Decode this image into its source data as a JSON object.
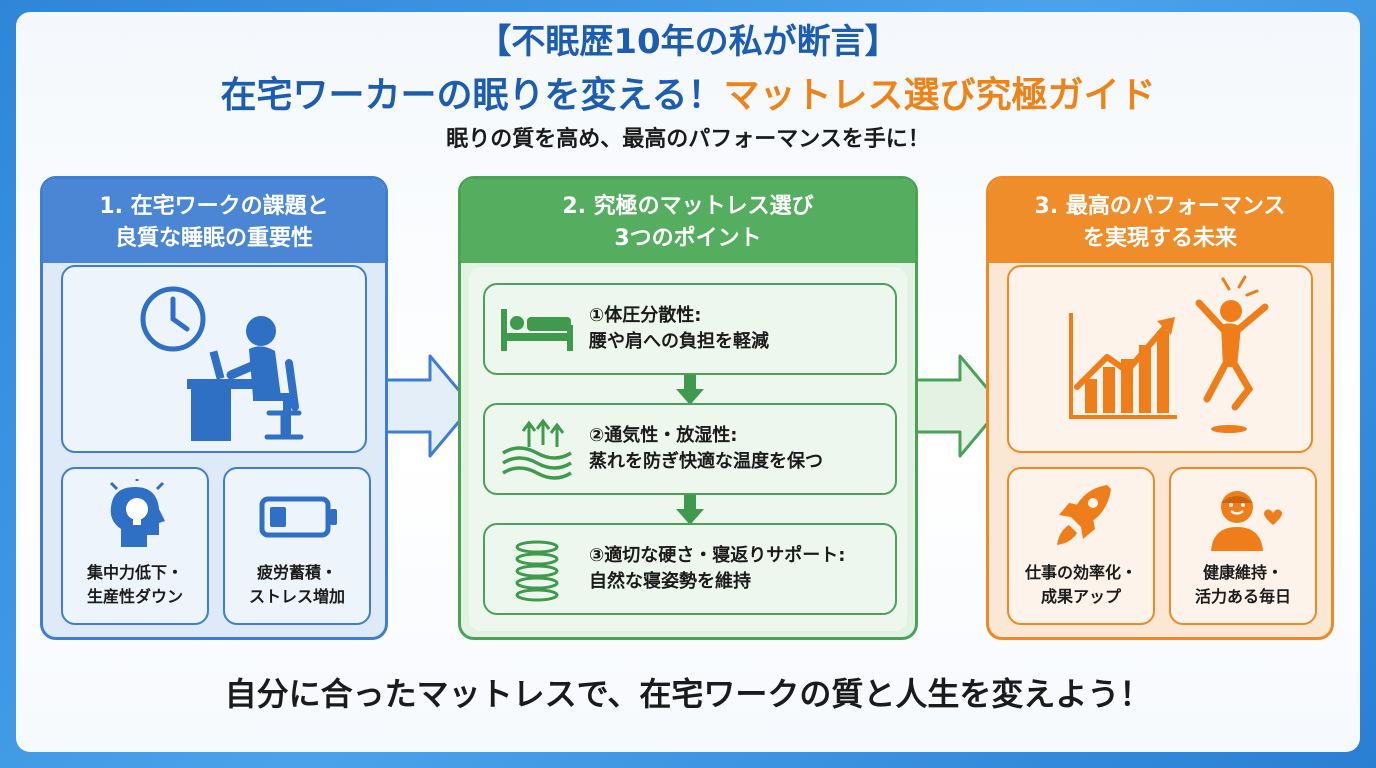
{
  "title": {
    "line1": "【不眠歴10年の私が断言】",
    "line2_main": "在宅ワーカーの眠りを変える！",
    "line2_accent": "マットレス選び究極ガイド",
    "subtitle": "眠りの質を高め、最高のパフォーマンスを手に！"
  },
  "columns": [
    {
      "heading_l1": "1. 在宅ワークの課題と",
      "heading_l2": "良質な睡眠の重要性",
      "main_icon": "desk-worker-clock-icon",
      "cards": [
        {
          "icon": "head-lightbulb-icon",
          "l1": "集中力低下・",
          "l2": "生産性ダウン"
        },
        {
          "icon": "low-battery-icon",
          "l1": "疲労蓄積・",
          "l2": "ストレス増加"
        }
      ]
    },
    {
      "heading_l1": "2. 究極のマットレス選び",
      "heading_l2": "3つのポイント",
      "points": [
        {
          "icon": "bed-icon",
          "l1": "①体圧分散性:",
          "l2": "腰や肩への負担を軽減"
        },
        {
          "icon": "airflow-waves-icon",
          "l1": "②通気性・放湿性:",
          "l2": "蒸れを防ぎ快適な温度を保つ"
        },
        {
          "icon": "coil-spring-icon",
          "l1": "③適切な硬さ・寝返りサポート:",
          "l2": "自然な寝姿勢を維持"
        }
      ]
    },
    {
      "heading_l1": "3. 最高のパフォーマンス",
      "heading_l2": "を実現する未来",
      "main_icon": "growth-chart-jumping-person-icon",
      "cards": [
        {
          "icon": "rocket-icon",
          "l1": "仕事の効率化・",
          "l2": "成果アップ"
        },
        {
          "icon": "smiling-person-heart-icon",
          "l1": "健康維持・",
          "l2": "活力ある毎日"
        }
      ]
    }
  ],
  "footer": "自分に合ったマットレスで、在宅ワークの質と人生を変えよう！",
  "colors": {
    "blue": "#3d7ed0",
    "green": "#4aa257",
    "orange": "#ee8a26",
    "title_blue": "#1c5db0"
  }
}
